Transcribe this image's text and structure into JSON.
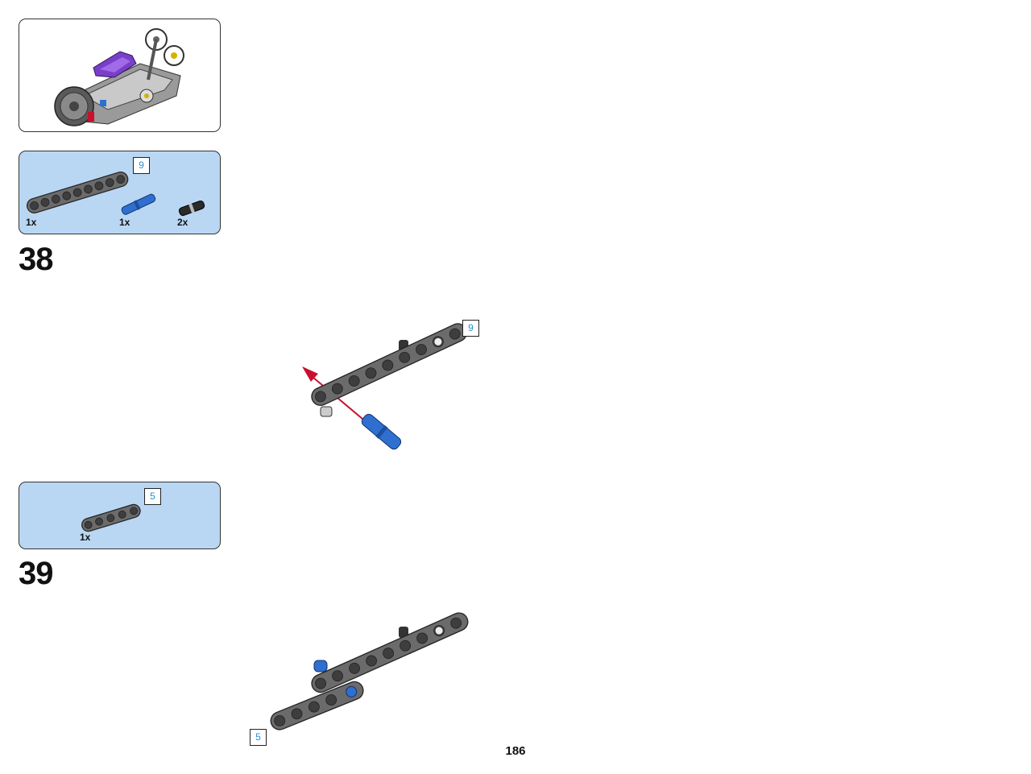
{
  "page": {
    "number": "186"
  },
  "colors": {
    "parts_bg": "#b9d7f3",
    "beam_gray": "#6b6b6b",
    "pin_blue": "#2f6fd0",
    "arrow_red": "#c8102e",
    "badge_text": "#2a8fce"
  },
  "overview": {
    "icon": "model-overview-image"
  },
  "steps": [
    {
      "number": "38",
      "parts": [
        {
          "qty": "1x",
          "icon": "beam-icon",
          "size": "9"
        },
        {
          "qty": "1x",
          "icon": "blue-pin-icon"
        },
        {
          "qty": "2x",
          "icon": "black-pin-icon"
        }
      ],
      "assembly": {
        "callout": "9"
      }
    },
    {
      "number": "39",
      "parts": [
        {
          "qty": "1x",
          "icon": "beam-icon",
          "size": "5"
        }
      ],
      "assembly": {
        "callout": "5"
      }
    }
  ]
}
